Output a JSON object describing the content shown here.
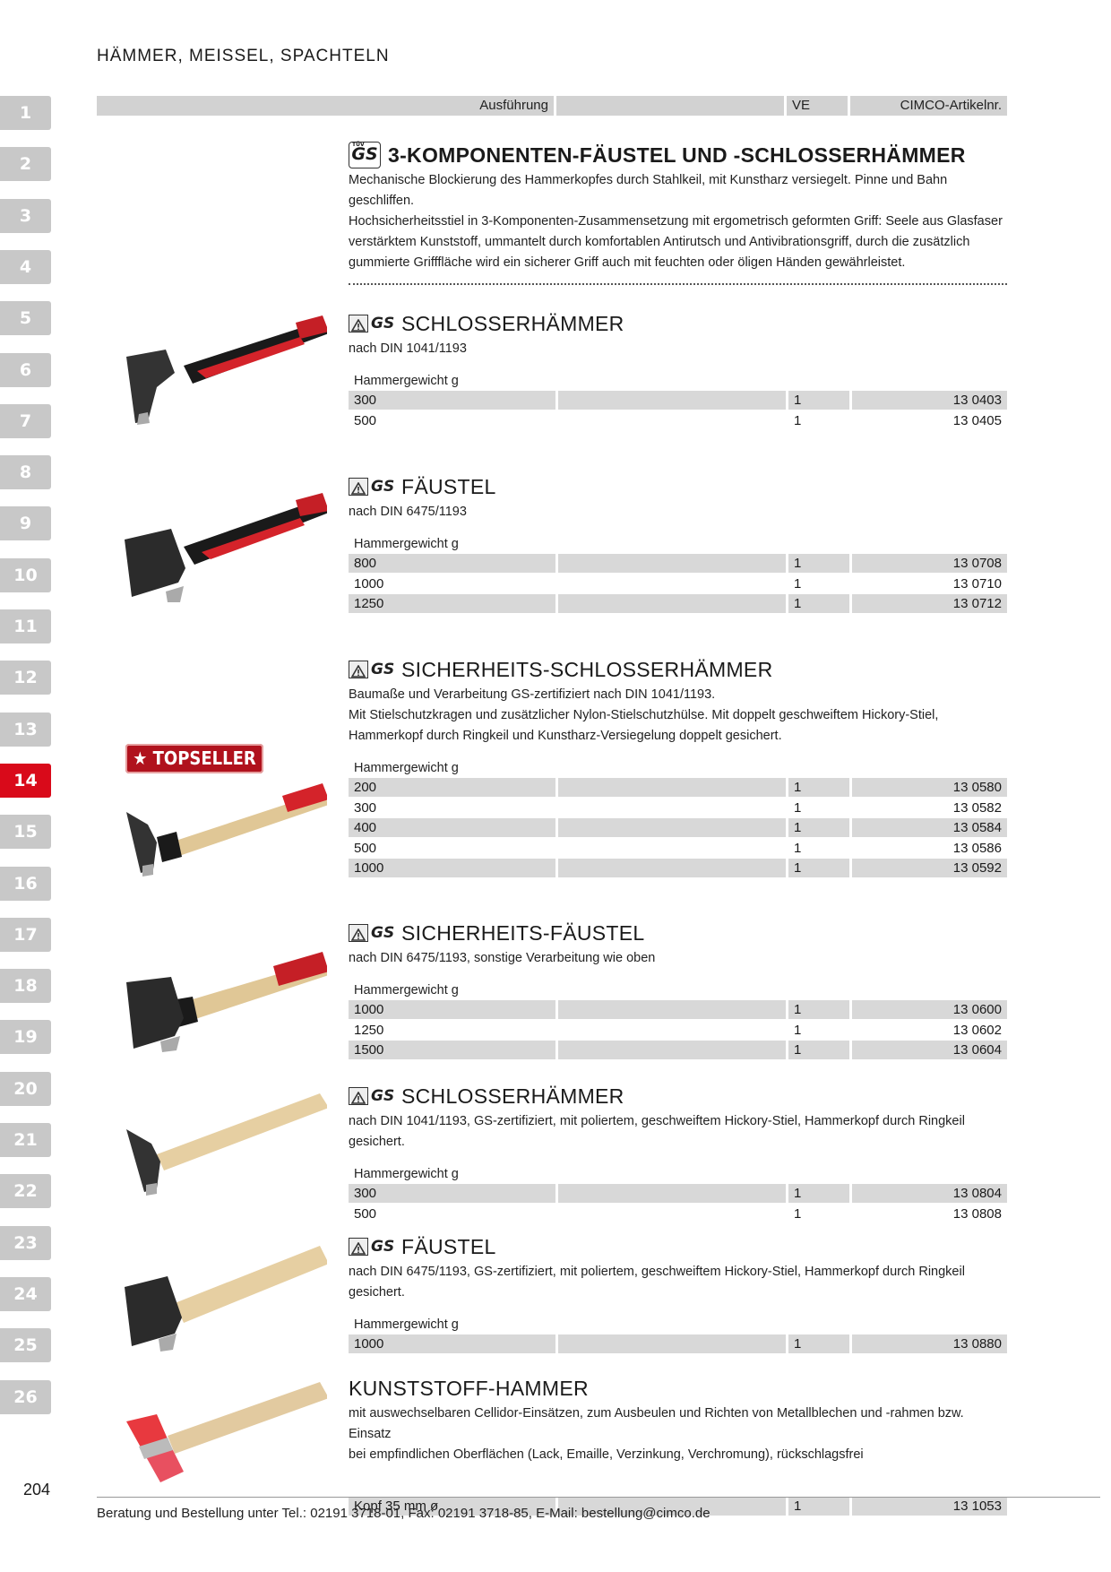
{
  "page_header": "HÄMMER, MEISSEL, SPACHTELN",
  "chapter_tabs": [
    "1",
    "2",
    "3",
    "4",
    "5",
    "6",
    "7",
    "8",
    "9",
    "10",
    "11",
    "12",
    "13",
    "14",
    "15",
    "16",
    "17",
    "18",
    "19",
    "20",
    "21",
    "22",
    "23",
    "24",
    "25",
    "26"
  ],
  "active_tab": "14",
  "table_header": {
    "col_a": "Ausführung",
    "col_c": "VE",
    "col_d": "CIMCO-Artikelnr."
  },
  "intro": {
    "title": "3-KOMPONENTEN-FÄUSTEL UND -SCHLOSSERHÄMMER",
    "badge": "GS",
    "badge_small": "TÜV",
    "desc": [
      "Mechanische Blockierung des Hammerkopfes durch Stahlkeil, mit Kunstharz versiegelt. Pinne und Bahn geschliffen.",
      "Hochsicherheitsstiel in 3-Komponenten-Zusammensetzung mit ergometrisch geformten Griff: Seele aus Glasfaser",
      "verstärktem Kunststoff, ummantelt durch komfortablen Antirutsch und Antivibrationsgriff, durch die zusätzlich",
      "gummierte Grifffläche wird ein sicherer Griff auch mit feuchten oder öligen Händen gewährleistet."
    ]
  },
  "topseller": "★ TOPSELLER ★",
  "sections": [
    {
      "title": "SCHLOSSERHÄMMER",
      "desc": [
        "nach DIN 1041/1193"
      ],
      "subheader": "Hammergewicht g",
      "rows": [
        {
          "a": "300",
          "c": "1",
          "d": "13 0403"
        },
        {
          "a": "500",
          "c": "1",
          "d": "13 0405"
        }
      ]
    },
    {
      "title": "FÄUSTEL",
      "desc": [
        "nach DIN 6475/1193"
      ],
      "subheader": "Hammergewicht g",
      "rows": [
        {
          "a": "800",
          "c": "1",
          "d": "13 0708"
        },
        {
          "a": "1000",
          "c": "1",
          "d": "13 0710"
        },
        {
          "a": "1250",
          "c": "1",
          "d": "13 0712"
        }
      ]
    },
    {
      "title": "SICHERHEITS-SCHLOSSERHÄMMER",
      "desc": [
        "Baumaße und Verarbeitung GS-zertifiziert nach DIN 1041/1193.",
        "Mit Stielschutzkragen und zusätzlicher Nylon-Stielschutzhülse. Mit doppelt geschweiftem Hickory-Stiel,",
        "Hammerkopf durch Ringkeil und Kunstharz-Versiegelung doppelt gesichert."
      ],
      "subheader": "Hammergewicht g",
      "rows": [
        {
          "a": "200",
          "c": "1",
          "d": "13 0580"
        },
        {
          "a": "300",
          "c": "1",
          "d": "13 0582"
        },
        {
          "a": "400",
          "c": "1",
          "d": "13 0584"
        },
        {
          "a": "500",
          "c": "1",
          "d": "13 0586"
        },
        {
          "a": "1000",
          "c": "1",
          "d": "13 0592"
        }
      ]
    },
    {
      "title": "SICHERHEITS-FÄUSTEL",
      "desc": [
        "nach DIN 6475/1193, sonstige Verarbeitung wie oben"
      ],
      "subheader": "Hammergewicht g",
      "rows": [
        {
          "a": "1000",
          "c": "1",
          "d": "13 0600"
        },
        {
          "a": "1250",
          "c": "1",
          "d": "13 0602"
        },
        {
          "a": "1500",
          "c": "1",
          "d": "13 0604"
        }
      ]
    },
    {
      "title": "SCHLOSSERHÄMMER",
      "desc": [
        "nach DIN 1041/1193, GS-zertifiziert, mit poliertem, geschweiftem Hickory-Stiel, Hammerkopf durch Ringkeil gesichert."
      ],
      "subheader": "Hammergewicht g",
      "rows": [
        {
          "a": "300",
          "c": "1",
          "d": "13 0804"
        },
        {
          "a": "500",
          "c": "1",
          "d": "13 0808"
        }
      ]
    },
    {
      "title": "FÄUSTEL",
      "desc": [
        "nach DIN 6475/1193, GS-zertifiziert, mit poliertem, geschweiftem Hickory-Stiel, Hammerkopf durch Ringkeil gesichert."
      ],
      "subheader": "Hammergewicht g",
      "rows": [
        {
          "a": "1000",
          "c": "1",
          "d": "13 0880"
        }
      ]
    },
    {
      "title": "KUNSTSTOFF-HAMMER",
      "desc": [
        "mit auswechselbaren Cellidor-Einsätzen, zum Ausbeulen und Richten von Metallblechen und -rahmen bzw. Einsatz",
        "bei empfindlichen Oberflächen (Lack, Emaille, Verzinkung, Verchromung), rückschlagsfrei"
      ],
      "subheader": "",
      "rows": [
        {
          "a": "Kopf 35 mm ø",
          "c": "1",
          "d": "13 1053"
        }
      ]
    }
  ],
  "badge_labels": {
    "gs": "GS"
  },
  "page_number": "204",
  "footer": "Beratung und Bestellung unter Tel.: 02191 3718-01, Fax: 02191 3718-85, E-Mail: bestellung@cimco.de",
  "colors": {
    "accent_red": "#d90a1a",
    "tab_gray": "#c8c8c8",
    "row_shade": "#d8d8d8"
  }
}
